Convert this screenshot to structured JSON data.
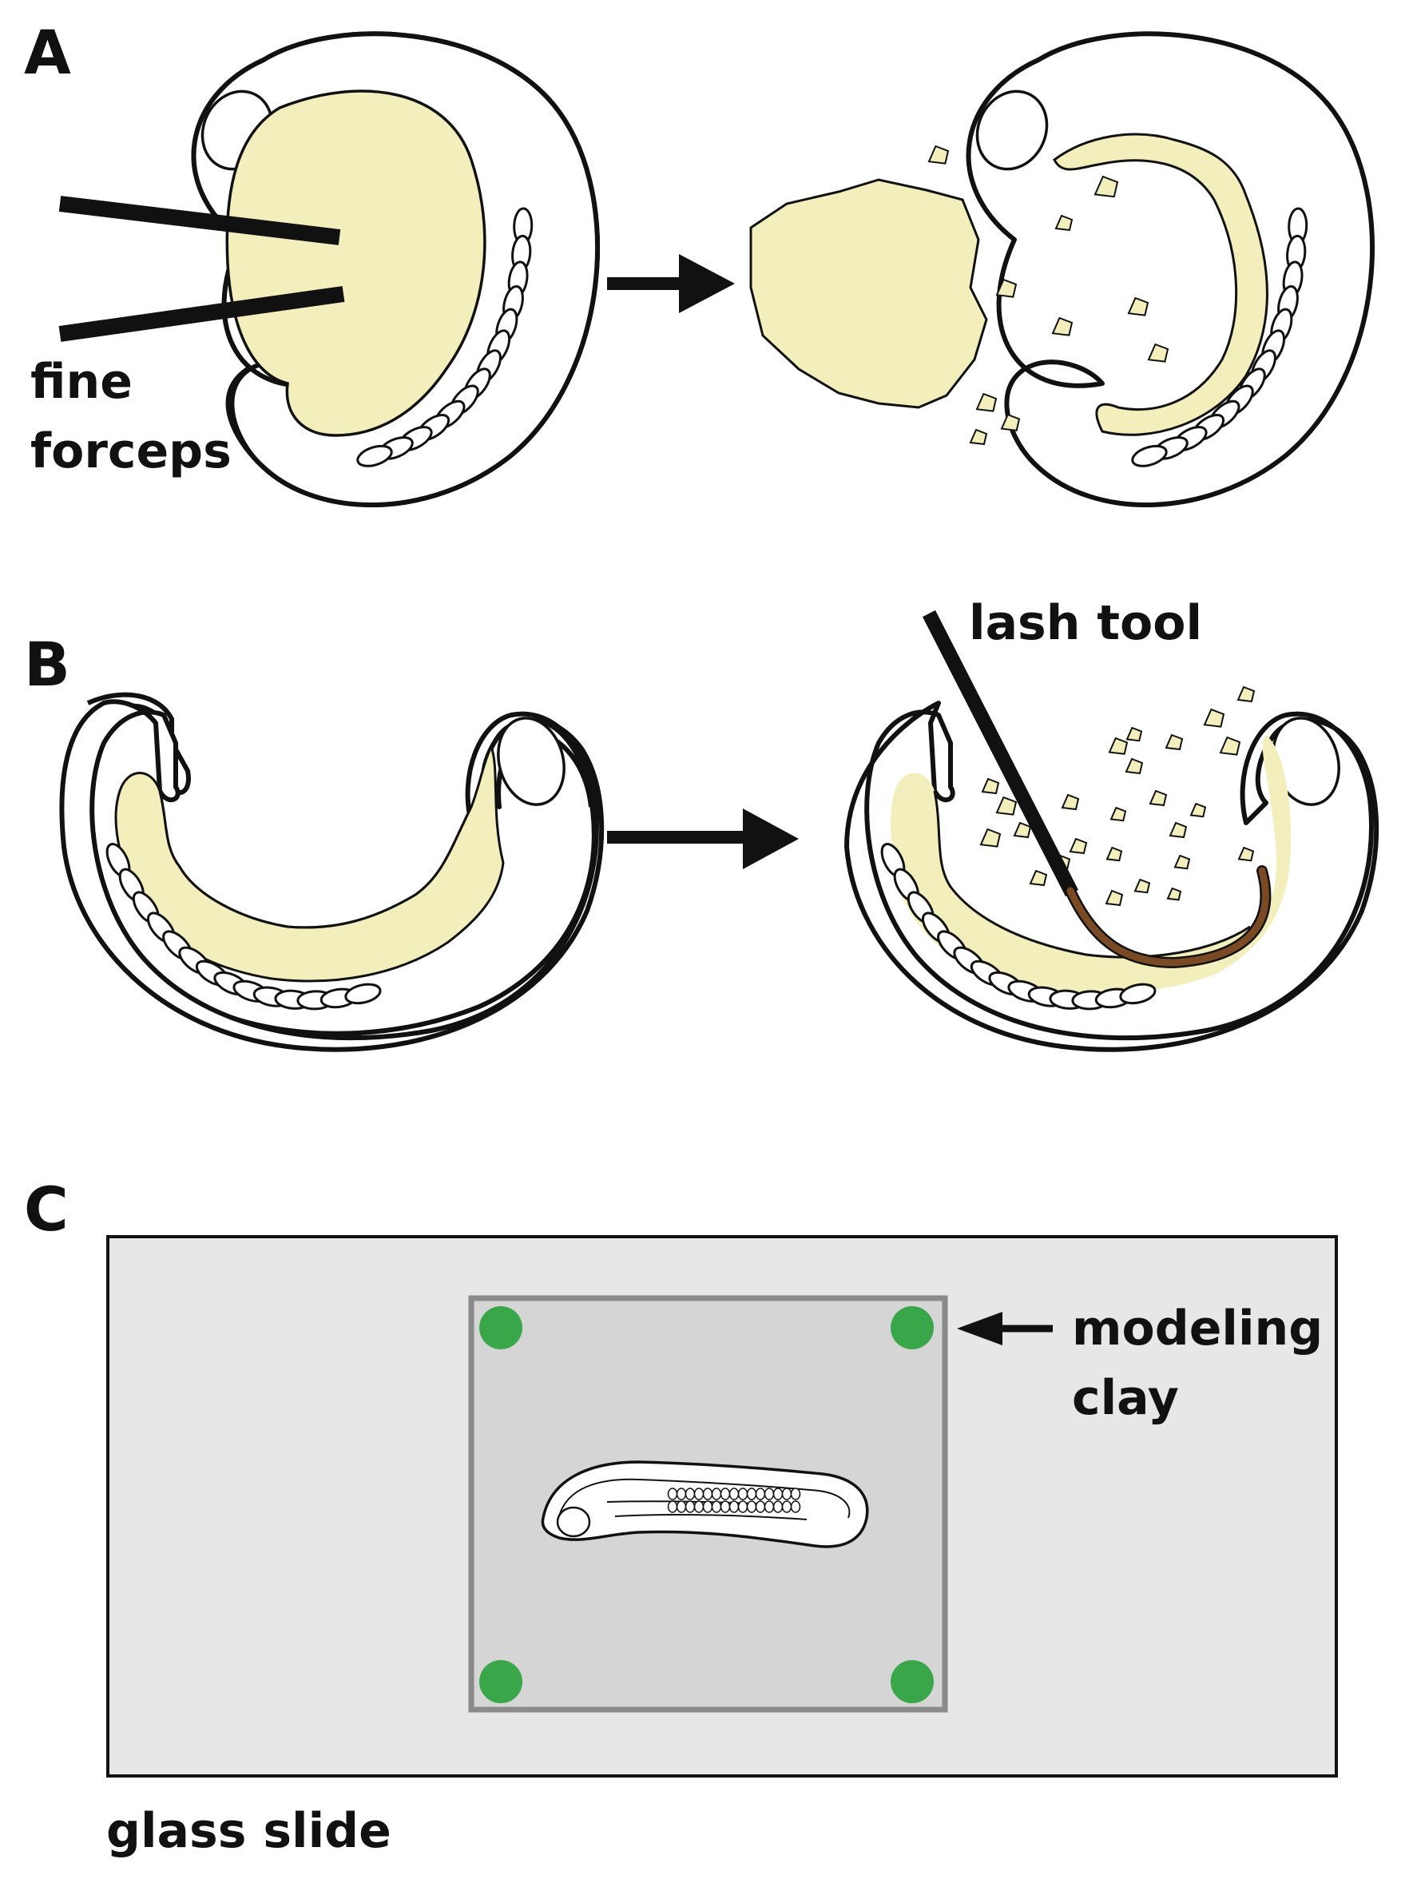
{
  "figure": {
    "panels": [
      {
        "id": "A",
        "letter": "A",
        "tool_label_line1": "fine",
        "tool_label_line2": "forceps"
      },
      {
        "id": "B",
        "letter": "B",
        "tool_label": "lash tool"
      },
      {
        "id": "C",
        "letter": "C",
        "clay_label_line1": "modeling",
        "clay_label_line2": "clay",
        "slide_label": "glass slide"
      }
    ]
  },
  "colors": {
    "yolk": "#f3efbd",
    "outline": "#111111",
    "lash_hair": "#7a4a24",
    "clay_dots": "#3aa64a",
    "slide_fill": "#e7e7e7",
    "coverslip_fill": "#d5d5d5",
    "coverslip_border": "#8a8a8a"
  },
  "icons": {
    "step_arrow": "right-arrow",
    "pointer_arrow": "left-arrow"
  }
}
